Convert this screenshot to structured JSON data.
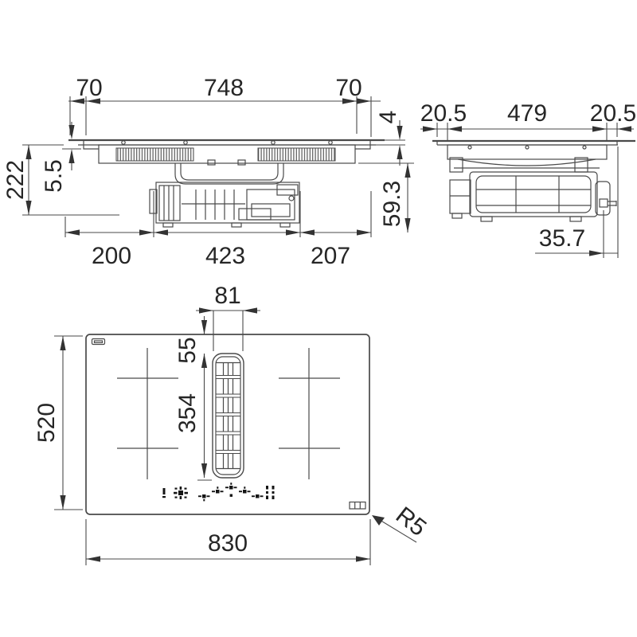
{
  "drawing": {
    "units": "mm",
    "front_view": {
      "dim_top_left": "70",
      "dim_top_width": "748",
      "dim_top_right": "70",
      "dim_glass_thickness": "4",
      "dim_total_height": "222",
      "dim_top_lip": "5.5",
      "dim_under_depth": "59.3",
      "dim_bottom_left": "200",
      "dim_bottom_center": "423",
      "dim_bottom_right": "207"
    },
    "side_view": {
      "dim_top_left": "20.5",
      "dim_top_width": "479",
      "dim_top_right": "20.5",
      "dim_rear_offset": "35.7"
    },
    "plan_view": {
      "dim_grille_width": "81",
      "dim_grille_top_offset": "55",
      "dim_grille_length": "354",
      "dim_depth": "520",
      "dim_width": "830",
      "dim_corner_radius": "R5",
      "control_symbols": [
        "power",
        "fan-boost",
        "zone-nav-front-left",
        "zone-nav-mid-left",
        "zone-nav-center",
        "zone-nav-mid-right",
        "zone-nav-front-right",
        "level-dots"
      ]
    }
  }
}
